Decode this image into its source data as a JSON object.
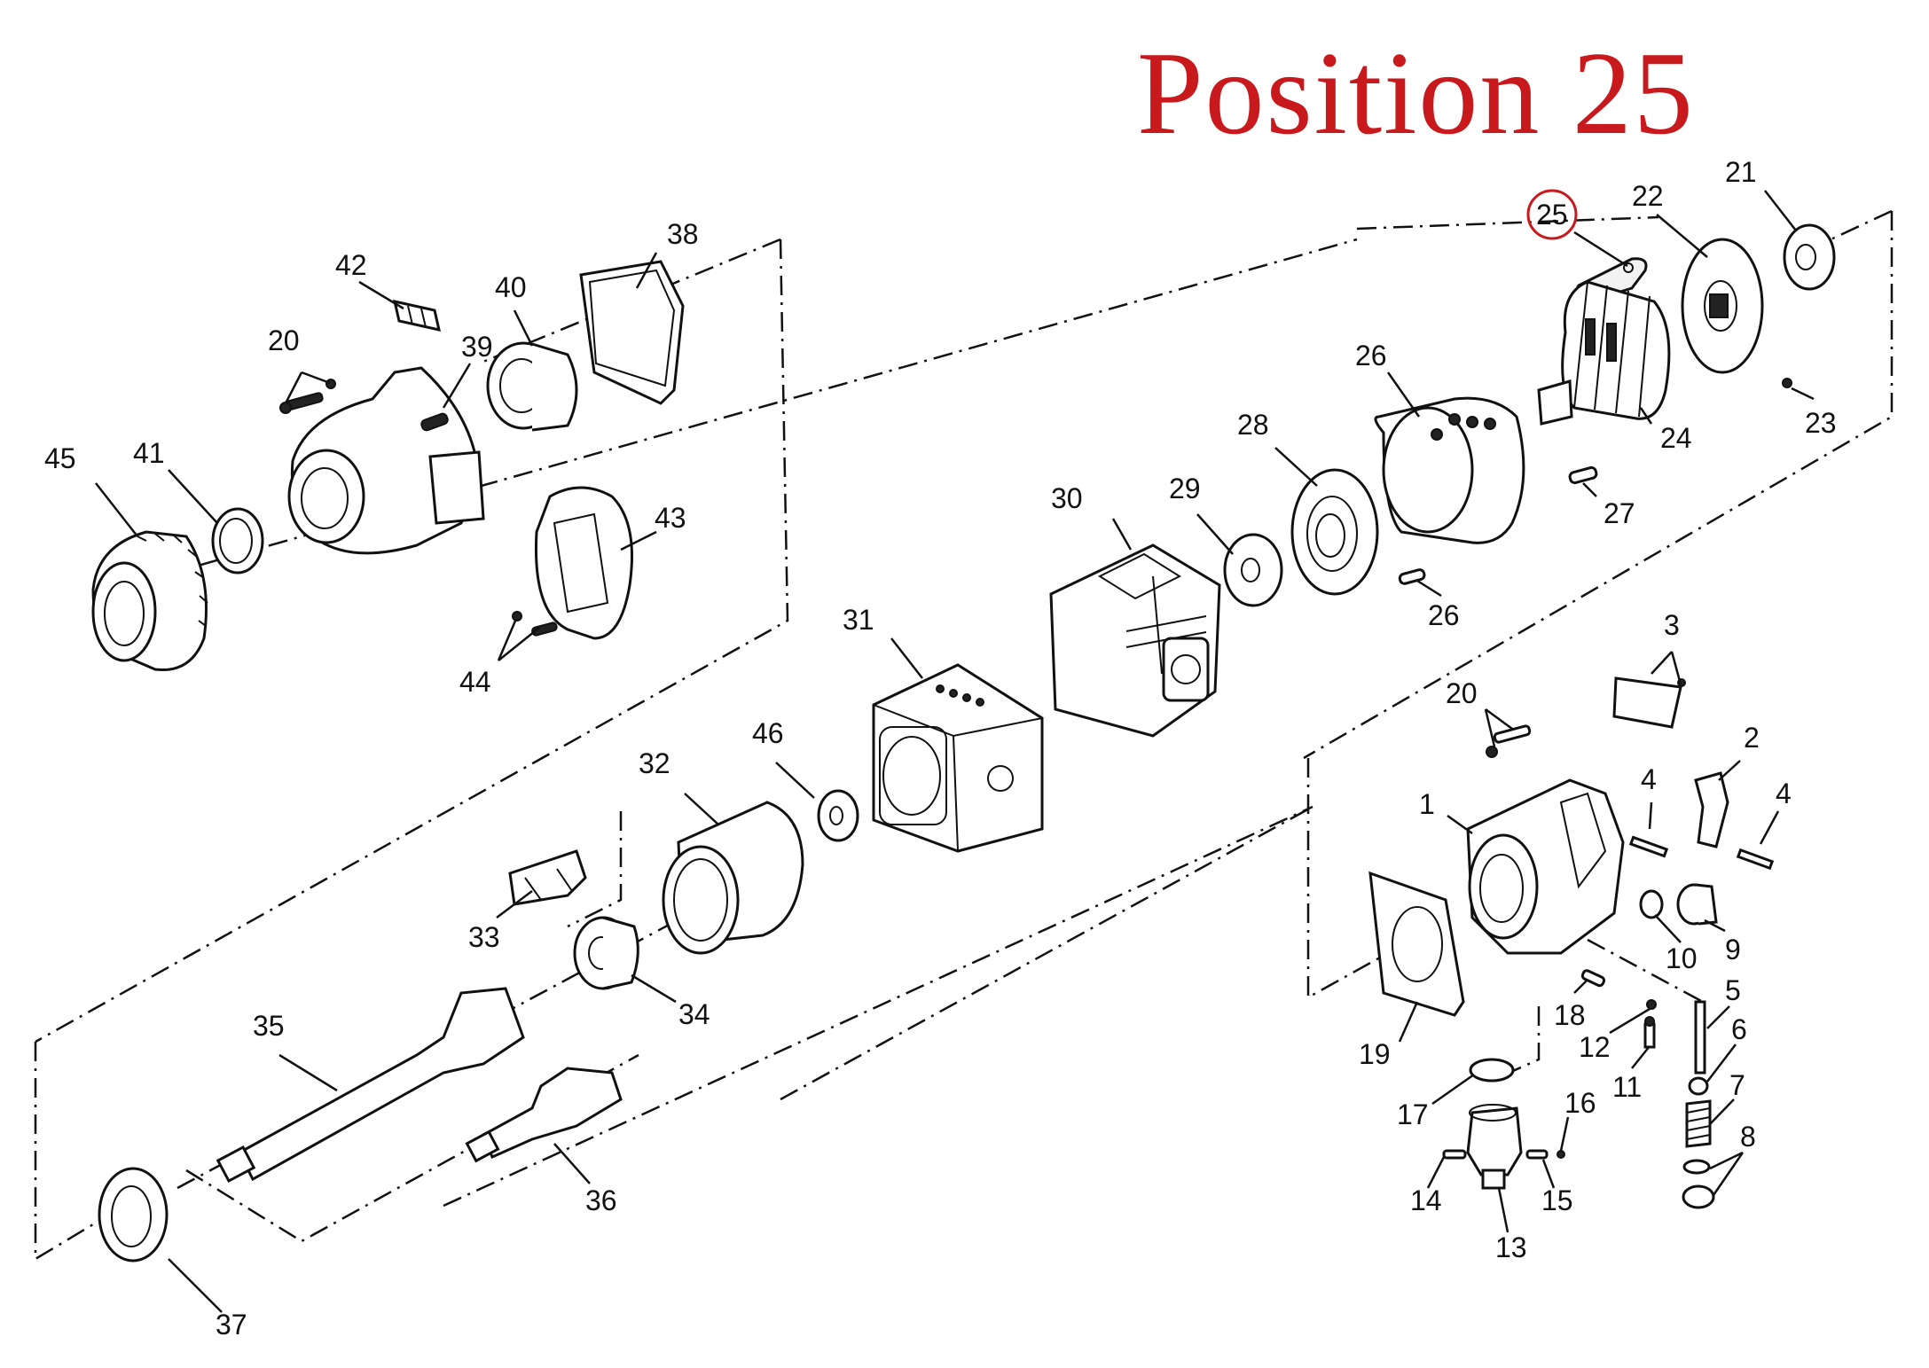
{
  "title": "Position 25",
  "highlight_color": "#c8191c",
  "labels": {
    "l1": "1",
    "l2": "2",
    "l3": "3",
    "l4a": "4",
    "l4b": "4",
    "l5": "5",
    "l6": "6",
    "l7": "7",
    "l8": "8",
    "l9": "9",
    "l10": "10",
    "l11": "11",
    "l12": "12",
    "l13": "13",
    "l14": "14",
    "l15": "15",
    "l16": "16",
    "l17": "17",
    "l18": "18",
    "l19": "19",
    "l20a": "20",
    "l20b": "20",
    "l21": "21",
    "l22": "22",
    "l23": "23",
    "l24": "24",
    "l25": "25",
    "l26a": "26",
    "l26b": "26",
    "l27": "27",
    "l28": "28",
    "l29": "29",
    "l30": "30",
    "l31": "31",
    "l32": "32",
    "l33": "33",
    "l34": "34",
    "l35": "35",
    "l36": "36",
    "l37": "37",
    "l38": "38",
    "l39": "39",
    "l40": "40",
    "l41": "41",
    "l42": "42",
    "l43": "43",
    "l44": "44",
    "l45": "45",
    "l46": "46"
  }
}
